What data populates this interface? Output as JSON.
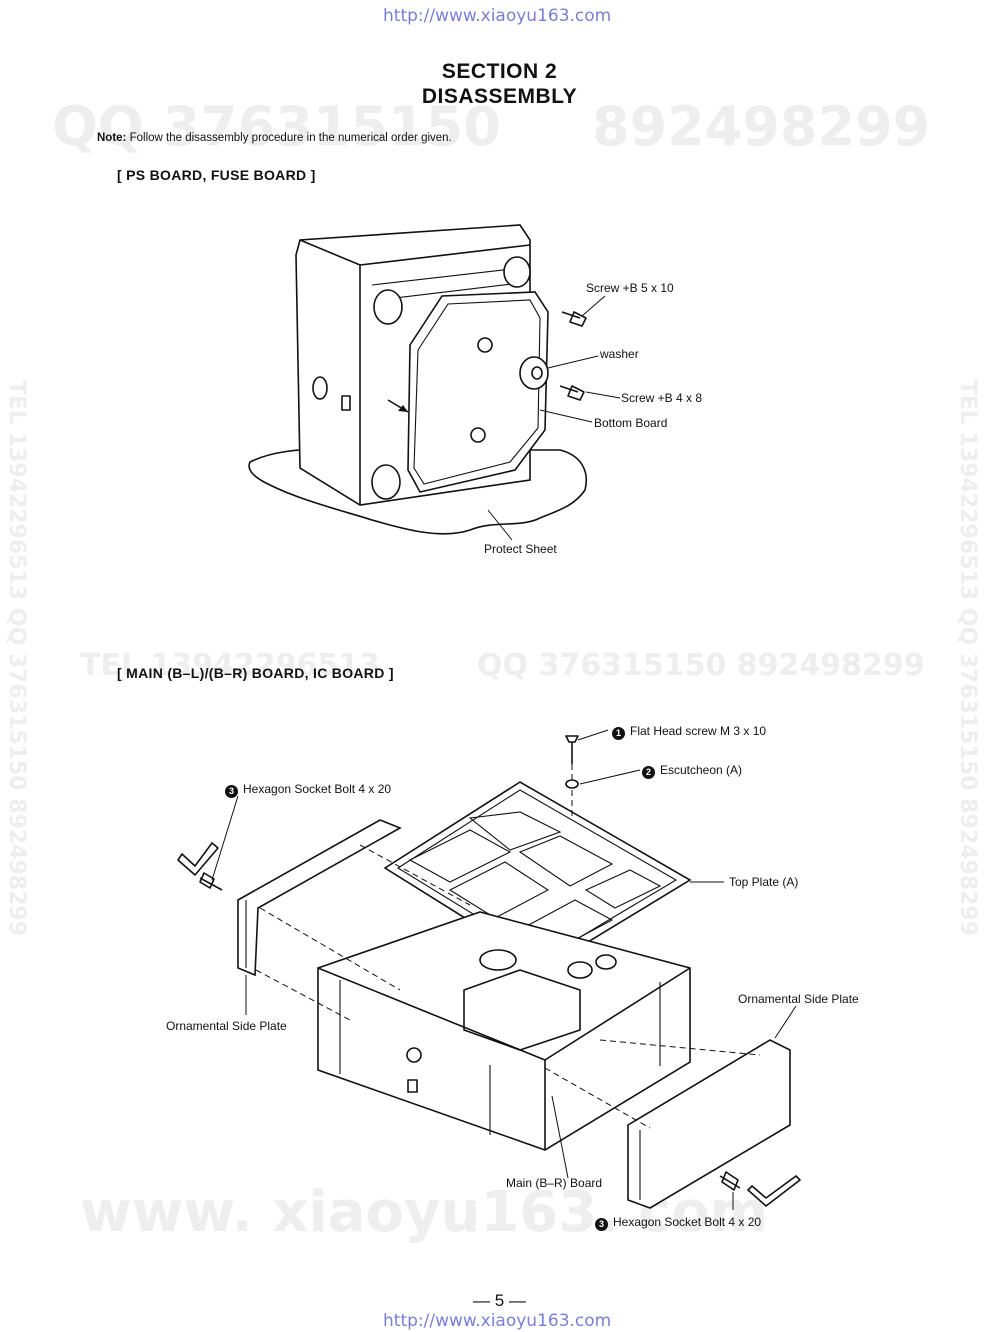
{
  "header_url": "http://www.xiaoyu163.com",
  "footer_url": "http://www.xiaoyu163.com",
  "title": {
    "line1": "SECTION 2",
    "line2": "DISASSEMBLY"
  },
  "note": {
    "label": "Note:",
    "text": "Follow the disassembly procedure in the numerical order given."
  },
  "section1": {
    "heading": "[ PS  BOARD, FUSE  BOARD ]",
    "labels": {
      "screw_5x10": "Screw +B 5 x 10",
      "washer": "washer",
      "screw_4x8": "Screw +B 4 x 8",
      "bottom_board": "Bottom Board",
      "protect_sheet": "Protect Sheet"
    }
  },
  "section2": {
    "heading": "[ MAIN (B–L)/(B–R) BOARD, IC  BOARD ]",
    "labels": {
      "flat_head_num": "1",
      "flat_head": "Flat Head screw M 3 x 10",
      "escutcheon_num": "2",
      "escutcheon": "Escutcheon (A)",
      "hex_left_num": "3",
      "hex_left": "Hexagon Socket Bolt 4 x 20",
      "top_plate": "Top Plate (A)",
      "orn_left": "Ornamental Side Plate",
      "orn_right": "Ornamental Side Plate",
      "main_br": "Main (B–R) Board",
      "hex_right_num": "3",
      "hex_right": "Hexagon Socket Bolt 4 x 20"
    }
  },
  "watermarks": {
    "top_left": "QQ 376315150",
    "top_right": "892498299",
    "mid": "QQ  376315150  892498299",
    "mid_left": "TEL  13942296513",
    "side": "TEL 13942296513  QQ  376315150  892498299",
    "bottom": "www. xiaoyu163. com"
  },
  "page_number": "— 5 —"
}
